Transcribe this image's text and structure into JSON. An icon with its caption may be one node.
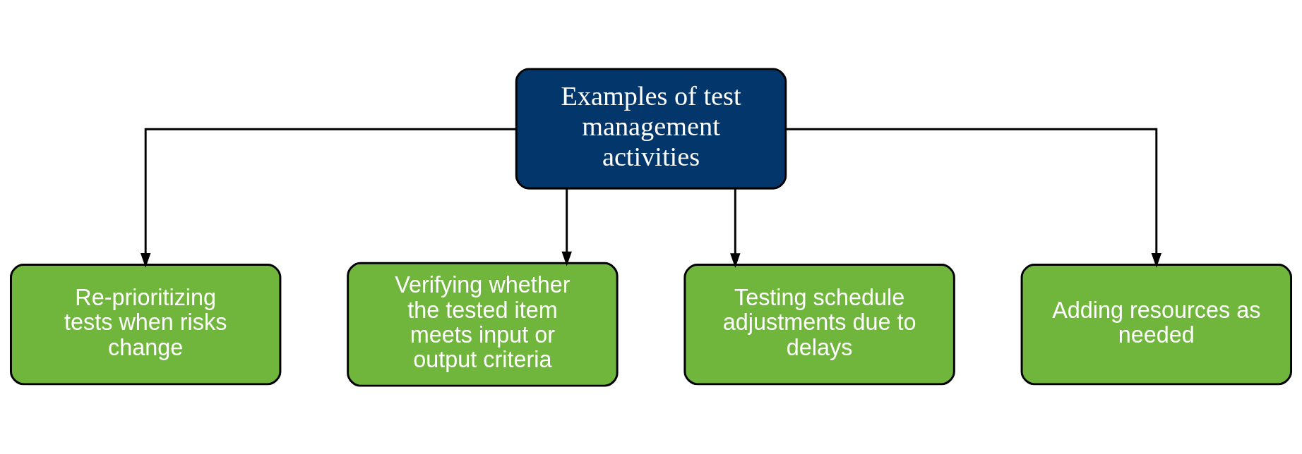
{
  "diagram": {
    "nodes": [
      {
        "text": [
          "Examples of test management activities"
        ]
      },
      {
        "text": [
          "Re-prioritizing tests when risks change"
        ]
      },
      {
        "text": [
          "Verifying whether the tested item meets input or output criteria"
        ]
      },
      {
        "text": [
          "Testing schedule adjustments due to delays"
        ]
      },
      {
        "text": [
          "Adding resources as needed"
        ]
      }
    ],
    "edges": [
      {
        "from": 0,
        "to": 1,
        "arrow": "to"
      },
      {
        "from": 0,
        "to": 2,
        "arrow": "to"
      },
      {
        "from": 0,
        "to": 3,
        "arrow": "to"
      },
      {
        "from": 0,
        "to": 4,
        "arrow": "to"
      }
    ]
  }
}
